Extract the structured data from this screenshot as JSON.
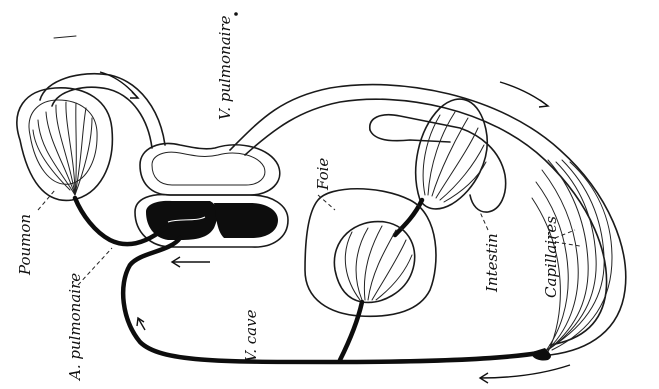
{
  "figure": {
    "labels": {
      "poumon": "Poumon",
      "v_pulmonaire": "V. pulmonaire",
      "a_pulmonaire": "A. pulmonaire",
      "v_cave": "V. cave",
      "foie": "Foie",
      "intestin": "Intestin",
      "capillaires": "Capillaires"
    },
    "colors": {
      "ink": "#111111",
      "paper": "#ffffff"
    }
  }
}
